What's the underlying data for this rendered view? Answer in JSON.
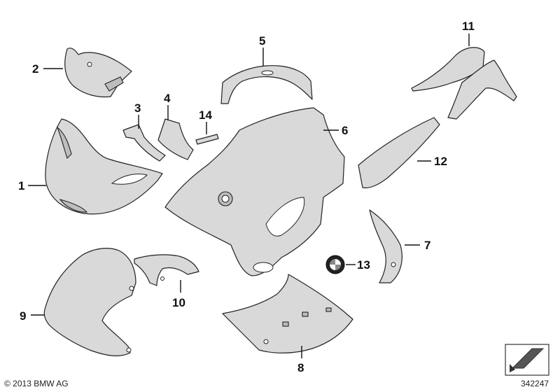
{
  "parts": [
    {
      "id": "1",
      "label": "1"
    },
    {
      "id": "2",
      "label": "2"
    },
    {
      "id": "3",
      "label": "3"
    },
    {
      "id": "4",
      "label": "4"
    },
    {
      "id": "5",
      "label": "5"
    },
    {
      "id": "6",
      "label": "6"
    },
    {
      "id": "7",
      "label": "7"
    },
    {
      "id": "8",
      "label": "8"
    },
    {
      "id": "9",
      "label": "9"
    },
    {
      "id": "10",
      "label": "10"
    },
    {
      "id": "11",
      "label": "11"
    },
    {
      "id": "12",
      "label": "12"
    },
    {
      "id": "13",
      "label": "13"
    },
    {
      "id": "14",
      "label": "14"
    }
  ],
  "footer": {
    "copyright": "© 2013 BMW AG",
    "diagram_number": "342247"
  },
  "icons": {
    "emblem": "bmw-roundel-icon",
    "corner": "arrow-sheet-icon"
  }
}
